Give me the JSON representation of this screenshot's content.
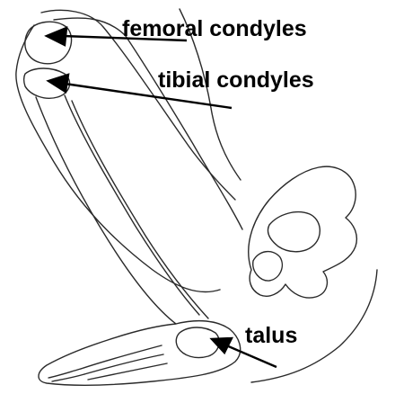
{
  "colors": {
    "background": "#ffffff",
    "ink": "#000000",
    "line_art": "#2a2a2a"
  },
  "labels": {
    "femoral_condyles": "femoral condyles",
    "tibial_condyles": "tibial condyles",
    "talus": "talus"
  }
}
